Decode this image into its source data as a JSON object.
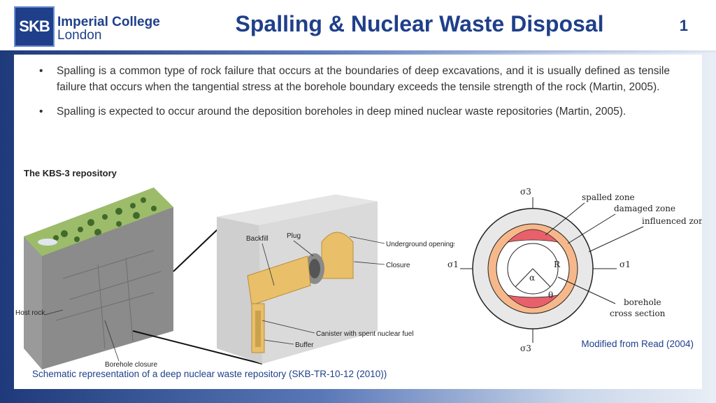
{
  "header": {
    "logo_skb": "SKB",
    "logo_line1": "Imperial College",
    "logo_line2": "London",
    "title": "Spalling & Nuclear Waste Disposal",
    "page_number": "1"
  },
  "bullets": [
    "Spalling is a common type of rock failure that occurs at the boundaries of deep excavations, and it is usually defined as tensile failure that occurs when the tangential stress at the borehole boundary exceeds the tensile strength of the rock (Martin, 2005).",
    "Spalling is expected to occur around the deposition boreholes in deep mined nuclear waste repositories (Martin, 2005)."
  ],
  "bullet_marker": "•",
  "repository_figure": {
    "title": "The KBS-3 repository",
    "labels": {
      "host_rock": "Host rock",
      "borehole_closure": "Borehole closure",
      "backfill": "Backfill",
      "plug": "Plug",
      "underground_openings": "Underground openings",
      "closure": "Closure",
      "canister": "Canister with spent nuclear fuel",
      "buffer": "Buffer"
    }
  },
  "cross_section": {
    "labels": {
      "spalled": "spalled zone",
      "damaged": "damaged zone",
      "influenced": "influenced zone",
      "borehole_1": "borehole",
      "borehole_2": "cross section",
      "sigma3_top": "σ3",
      "sigma3_bottom": "σ3",
      "sigma1_left": "σ1",
      "sigma1_right": "σ1",
      "alpha": "α",
      "radius": "R",
      "theta": "θ"
    },
    "colors": {
      "outer": "#e8e8e8",
      "damaged": "#f6b88a",
      "spalled": "#e8606c"
    }
  },
  "credit": "Modified from Read (2004)",
  "caption": "Schematic representation of a deep nuclear waste repository (SKB-TR-10-12 (2010))"
}
